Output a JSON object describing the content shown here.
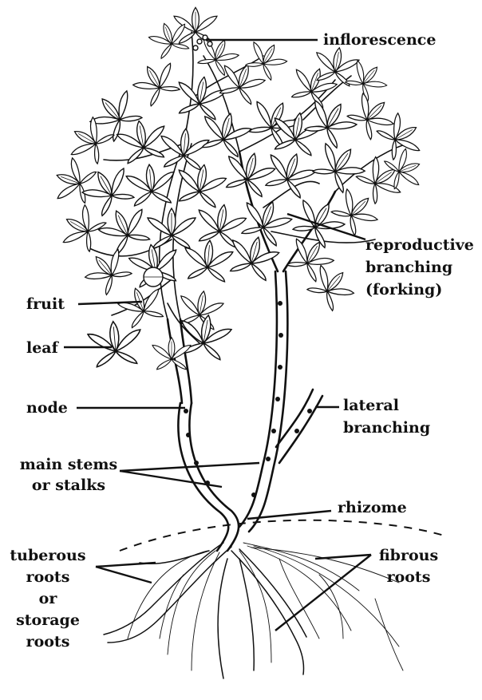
{
  "labels": {
    "inflorescence": "inflorescence",
    "reproductive": [
      "reproductive",
      "branching",
      "(forking)"
    ],
    "fruit": "fruit",
    "leaf": "leaf",
    "node": "node",
    "lateral": [
      "lateral",
      "branching"
    ],
    "main_stems": [
      "main stems",
      "or stalks"
    ],
    "rhizome": "rhizome",
    "tuberous": [
      "tuberous",
      "roots",
      "or",
      "storage",
      "roots"
    ],
    "fibrous": [
      "fibrous",
      "roots"
    ]
  }
}
